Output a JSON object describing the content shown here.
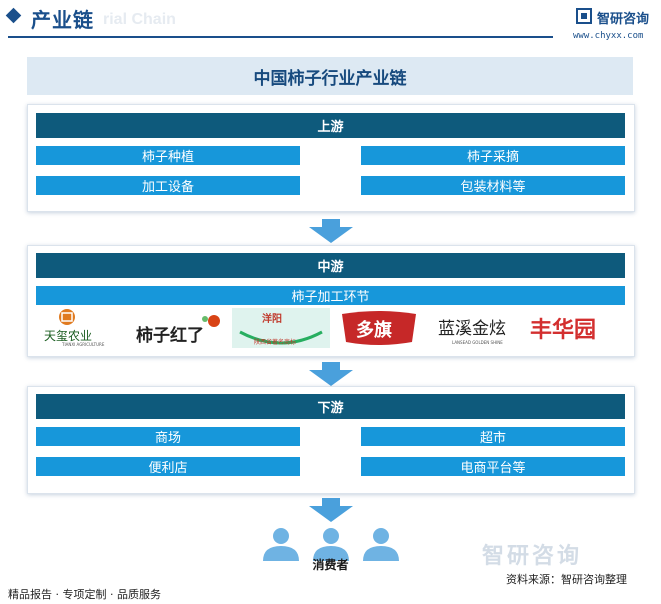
{
  "header": {
    "title": "产业链",
    "watermark": "rial Chain",
    "brand_name": "智研咨询",
    "brand_url": "www.chyxx.com"
  },
  "main_title": "中国柿子行业产业链",
  "upstream": {
    "heading": "上游",
    "items": [
      "柿子种植",
      "柿子采摘",
      "加工设备",
      "包装材料等"
    ]
  },
  "midstream": {
    "heading": "中游",
    "item": "柿子加工环节",
    "logos": [
      {
        "name": "天玺农业",
        "sub": "TIANXI AGRICULTURE",
        "icon": "tianxi-logo"
      },
      {
        "name": "柿子红了",
        "icon": "shizihongle-logo"
      },
      {
        "name": "洋阳",
        "sub": "陕西省著名商标",
        "icon": "yangyang-logo"
      },
      {
        "name": "多旗",
        "icon": "duoqi-logo"
      },
      {
        "name": "蓝溪金炫",
        "sub": "LANSEAD GOLDEN SHINE",
        "icon": "lanxi-logo"
      },
      {
        "name": "丰华园",
        "icon": "fenghuayuan-logo"
      }
    ]
  },
  "downstream": {
    "heading": "下游",
    "items": [
      "商场",
      "超市",
      "便利店",
      "电商平台等"
    ]
  },
  "consumer": {
    "label": "消费者",
    "icon": "person-icon"
  },
  "footer": {
    "left": "精品报告 · 专项定制 · 品质服务",
    "source": "资料来源：智研咨询整理",
    "watermark": "智研咨询"
  },
  "colors": {
    "brand": "#1a4f8b",
    "section_heading": "#0e5a7c",
    "tag": "#1797da",
    "arrow": "#4aa0dc",
    "title_bg": "#dde9f3",
    "person": "#6fb3e3"
  }
}
